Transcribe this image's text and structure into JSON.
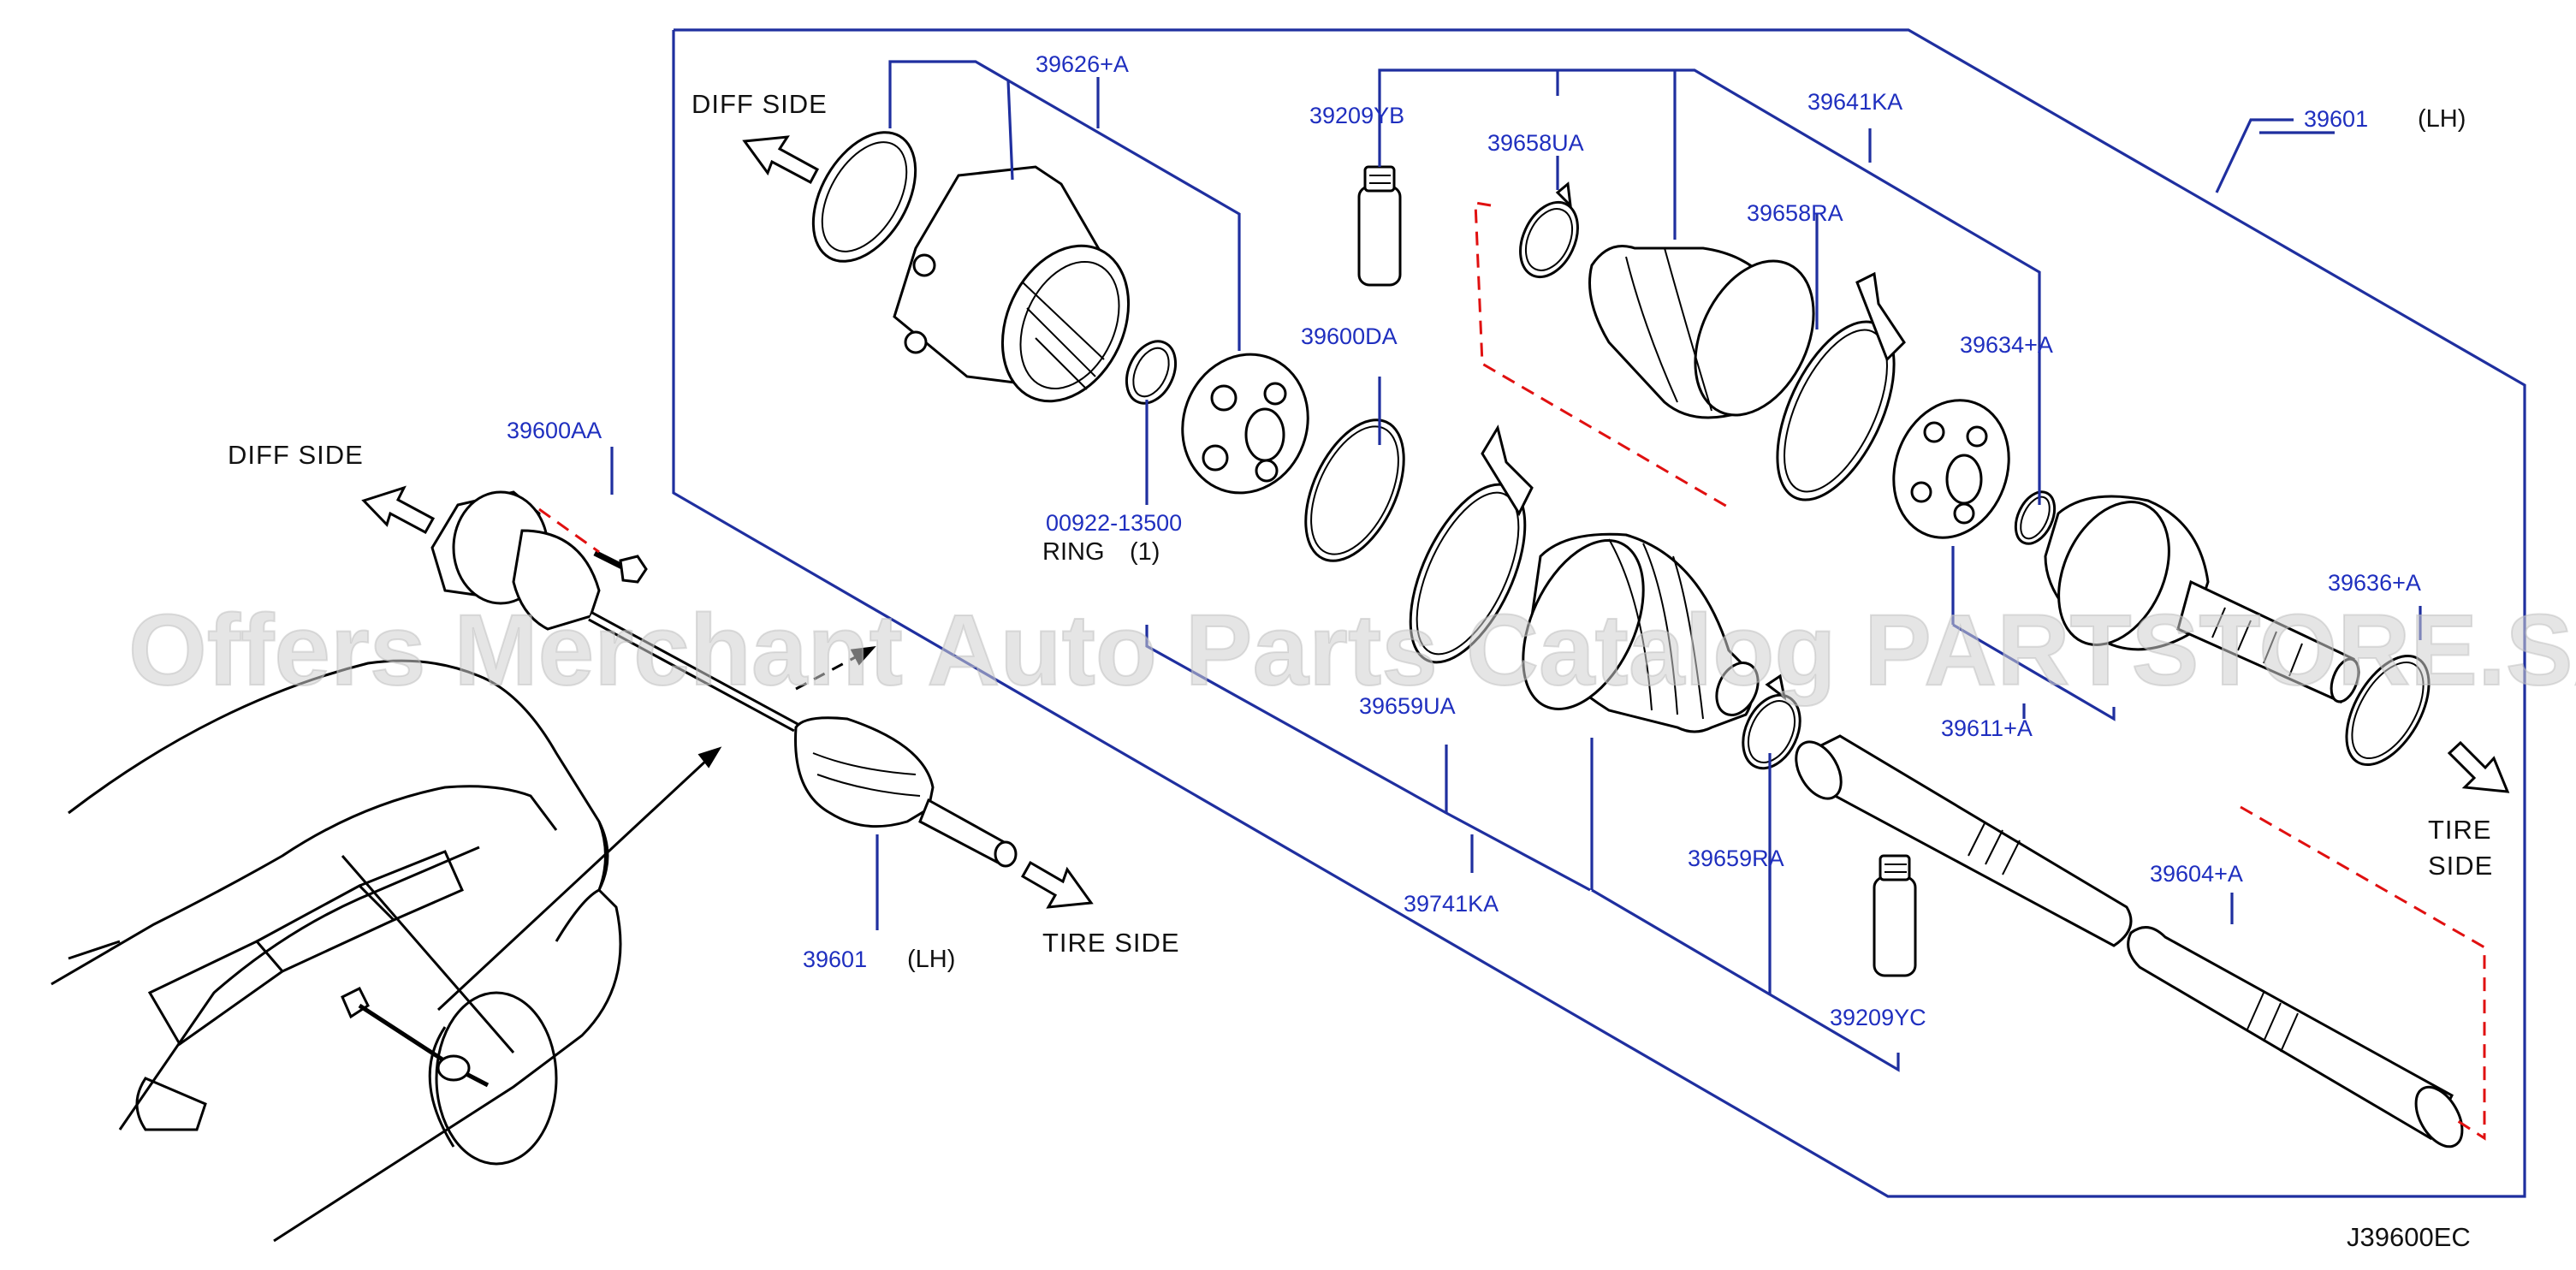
{
  "diagram_code": "J39600EC",
  "watermark": "Offers Merchant Auto Parts Catalog PARTSTORE.SA",
  "side_labels": {
    "diff_side_left": "DIFF   SIDE",
    "diff_side_top": "DIFF   SIDE",
    "tire_side_left": "TIRE   SIDE",
    "tire_side_right_1": "TIRE",
    "tire_side_right_2": "SIDE"
  },
  "parts": {
    "p39626A": "39626+A",
    "p39209YB": "39209YB",
    "p39658UA": "39658UA",
    "p39641KA": "39641KA",
    "p39601_top": "39601",
    "p39601_top_side": "(LH)",
    "p39658RA": "39658RA",
    "p39600DA": "39600DA",
    "p39634A": "39634+A",
    "p39600AA": "39600AA",
    "p00922": "00922-13500",
    "ring_label": "RING",
    "ring_qty": "(1)",
    "p39636A": "39636+A",
    "p39659UA": "39659UA",
    "p39611A": "39611+A",
    "p39659RA": "39659RA",
    "p39741KA": "39741KA",
    "p39604A": "39604+A",
    "p39601_bottom": "39601",
    "p39601_bottom_side": "(LH)",
    "p39209YC": "39209YC"
  }
}
